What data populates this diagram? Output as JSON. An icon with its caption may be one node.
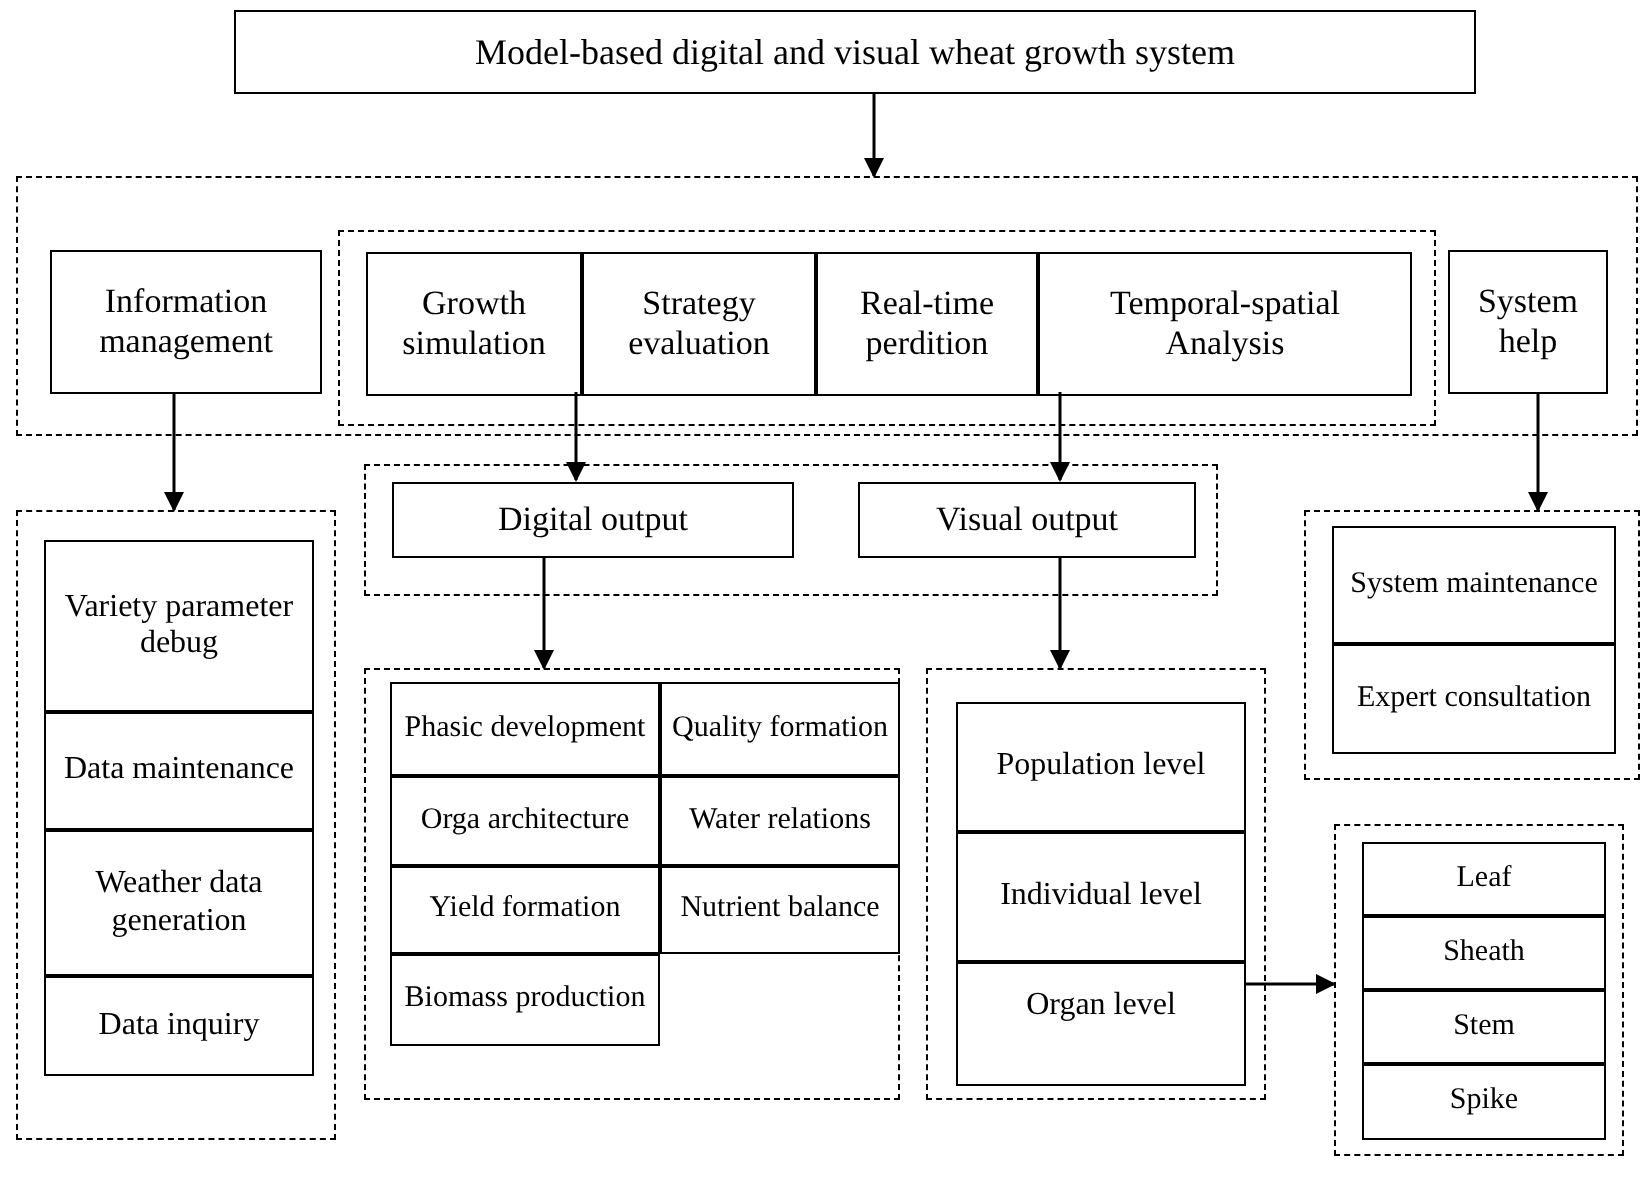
{
  "diagram": {
    "nodes": [
      {
        "text": [
          "Model-based digital and visual wheat growth system"
        ]
      },
      {
        "text": [],
        "shape": "box"
      },
      {
        "text": [
          "Information management"
        ],
        "in": 1
      },
      {
        "text": [],
        "shape": "box",
        "in": 1
      },
      {
        "text": [
          "Growth simulation"
        ],
        "in": 3
      },
      {
        "text": [
          "Strategy evaluation"
        ],
        "in": 3
      },
      {
        "text": [
          "Real-time perdition"
        ],
        "in": 3
      },
      {
        "text": [
          "Temporal-spatial Analysis"
        ],
        "in": 3
      },
      {
        "text": [
          "System help"
        ],
        "in": 1
      },
      {
        "text": [],
        "shape": "box"
      },
      {
        "text": [
          "Digital output"
        ],
        "in": 9
      },
      {
        "text": [
          "Visual output"
        ],
        "in": 9
      },
      {
        "text": [],
        "shape": "box"
      },
      {
        "text": [
          "Variety parameter debug"
        ],
        "in": 12
      },
      {
        "text": [
          "Data maintenance"
        ],
        "in": 12
      },
      {
        "text": [
          "Weather data generation"
        ],
        "in": 12
      },
      {
        "text": [
          "Data inquiry"
        ],
        "in": 12
      },
      {
        "text": [],
        "shape": "box"
      },
      {
        "text": [
          "Phasic development"
        ],
        "in": 17
      },
      {
        "text": [
          "Quality formation"
        ],
        "in": 17
      },
      {
        "text": [
          "Orga architecture"
        ],
        "in": 17
      },
      {
        "text": [
          "Water relations"
        ],
        "in": 17
      },
      {
        "text": [
          "Yield formation"
        ],
        "in": 17
      },
      {
        "text": [
          "Nutrient balance"
        ],
        "in": 17
      },
      {
        "text": [
          "Biomass production"
        ],
        "in": 17
      },
      {
        "text": [],
        "shape": "box"
      },
      {
        "text": [
          "Population level"
        ],
        "in": 25
      },
      {
        "text": [
          "Individual level"
        ],
        "in": 25
      },
      {
        "text": [
          "Organ level"
        ],
        "in": 25
      },
      {
        "text": [],
        "shape": "box"
      },
      {
        "text": [
          "System maintenance"
        ],
        "in": 29
      },
      {
        "text": [
          "Expert consultation"
        ],
        "in": 29
      },
      {
        "text": [],
        "shape": "box"
      },
      {
        "text": [
          "Leaf"
        ],
        "in": 32
      },
      {
        "text": [
          "Sheath"
        ],
        "in": 32
      },
      {
        "text": [
          "Stem"
        ],
        "in": 32
      },
      {
        "text": [
          "Spike"
        ],
        "in": 32
      }
    ],
    "edges": [
      {
        "from": 0,
        "to": 1,
        "arrow": "to"
      },
      {
        "from": 2,
        "to": 12,
        "arrow": "to"
      },
      {
        "from": 4,
        "to": 10,
        "arrow": "to"
      },
      {
        "from": 7,
        "to": 11,
        "arrow": "to"
      },
      {
        "from": 8,
        "to": 29,
        "arrow": "to"
      },
      {
        "from": 10,
        "to": 17,
        "arrow": "to"
      },
      {
        "from": 11,
        "to": 25,
        "arrow": "to"
      },
      {
        "from": 28,
        "to": 32,
        "arrow": "to"
      }
    ]
  }
}
